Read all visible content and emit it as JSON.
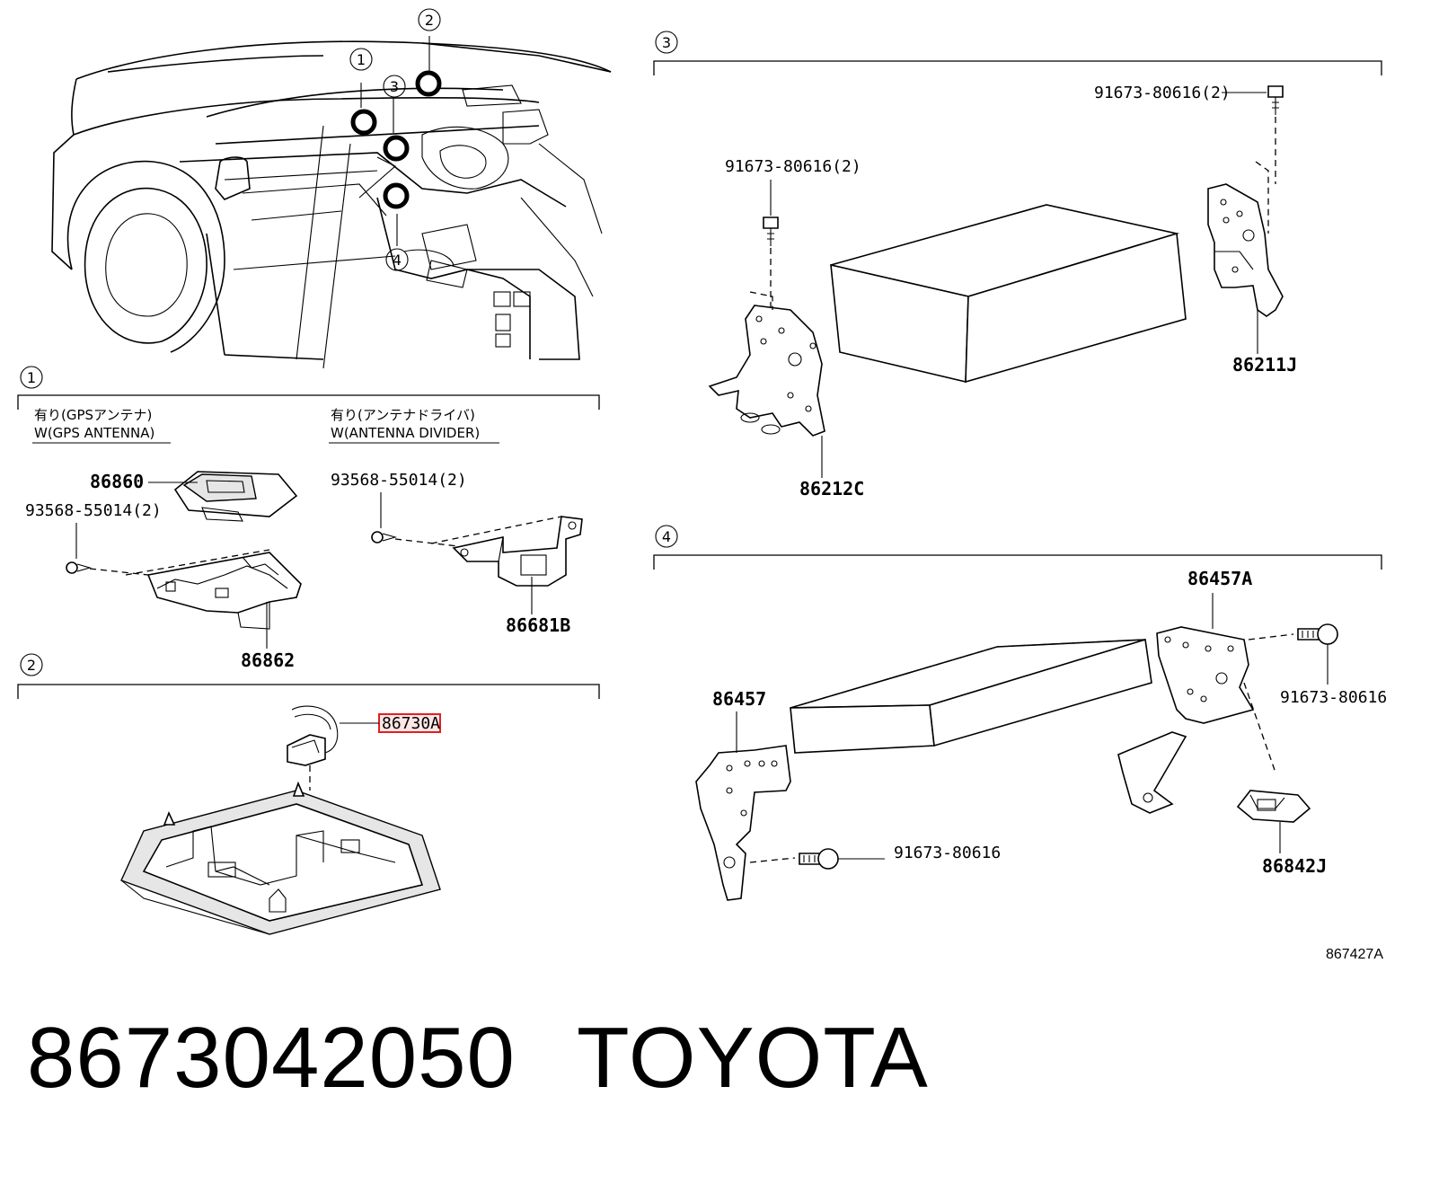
{
  "sections": {
    "one": {
      "number": "1"
    },
    "two": {
      "number": "2"
    },
    "three": {
      "number": "3"
    },
    "four": {
      "number": "4"
    }
  },
  "car_callouts": [
    "1",
    "2",
    "3",
    "4"
  ],
  "variants": {
    "gps": {
      "jp": "有り(GPSアンテナ)",
      "en": "W(GPS ANTENNA)"
    },
    "divider": {
      "jp": "有り(アンテナドライバ)",
      "en": "W(ANTENNA DIVIDER)"
    }
  },
  "parts": {
    "p86860": "86860",
    "p86862": "86862",
    "screw_gps": "93568-55014(2)",
    "screw_div": "93568-55014(2)",
    "p86681B": "86681B",
    "p86730A": "86730A",
    "bolt_top_right": "91673-80616(2)",
    "bolt_left": "91673-80616(2)",
    "p86211J": "86211J",
    "p86212C": "86212C",
    "p86457A": "86457A",
    "p86457": "86457",
    "bolt_s4_right": "91673-80616",
    "bolt_s4_bottom": "91673-80616",
    "p86842J": "86842J"
  },
  "diagram_code": "867427A",
  "footer": {
    "part_number": "8673042050",
    "brand": "TOYOTA"
  },
  "colors": {
    "highlight": "#e02020",
    "highlight_fill": "#fde6e6"
  }
}
